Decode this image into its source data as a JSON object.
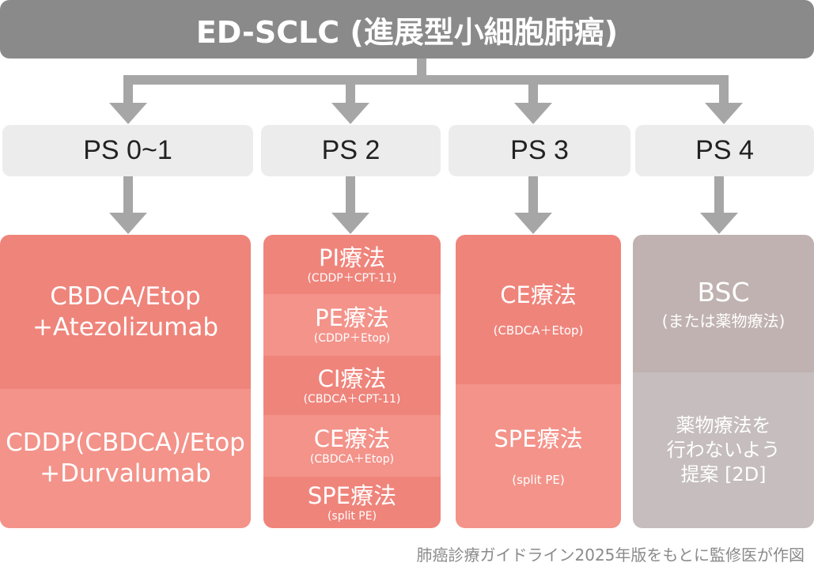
{
  "title": "ED-SCLC (進展型小細胞肺癌)",
  "colors": {
    "title_bg": "#8a8a8a",
    "connector": "#a6a6a6",
    "ps_box_bg": "#ececec",
    "treatment_dark": "#ef847b",
    "treatment_light": "#f3938a",
    "bsc_dark": "#bfb2b0",
    "bsc_light": "#c5bdbe",
    "footer_text": "#8a8a8a"
  },
  "ps_levels": [
    {
      "label": "PS 0~1"
    },
    {
      "label": "PS 2"
    },
    {
      "label": "PS 3"
    },
    {
      "label": "PS 4"
    }
  ],
  "columns": [
    {
      "segments": [
        {
          "lines": [
            "CBDCA/Etop",
            "+Atezolizumab"
          ]
        },
        {
          "lines": [
            "CDDP(CBDCA)/Etop",
            "+Durvalumab"
          ]
        }
      ]
    },
    {
      "segments": [
        {
          "name": "PI療法",
          "detail": "(CDDP＋CPT-11)"
        },
        {
          "name": "PE療法",
          "detail": "(CDDP＋Etop)"
        },
        {
          "name": "CI療法",
          "detail": "(CBDCA＋CPT-11)"
        },
        {
          "name": "CE療法",
          "detail": "(CBDCA＋Etop)"
        },
        {
          "name": "SPE療法",
          "detail": "(split PE)"
        }
      ]
    },
    {
      "segments": [
        {
          "name": "CE療法",
          "detail": "(CBDCA＋Etop)"
        },
        {
          "name": "SPE療法",
          "detail": "(split PE)"
        }
      ]
    },
    {
      "segments": [
        {
          "name": "BSC",
          "detail": "(または薬物療法)"
        },
        {
          "lines": [
            "薬物療法を",
            "行わないよう",
            "提案 [2D]"
          ]
        }
      ]
    }
  ],
  "footer": "肺癌診療ガイドライン2025年版をもとに監修医が作図"
}
